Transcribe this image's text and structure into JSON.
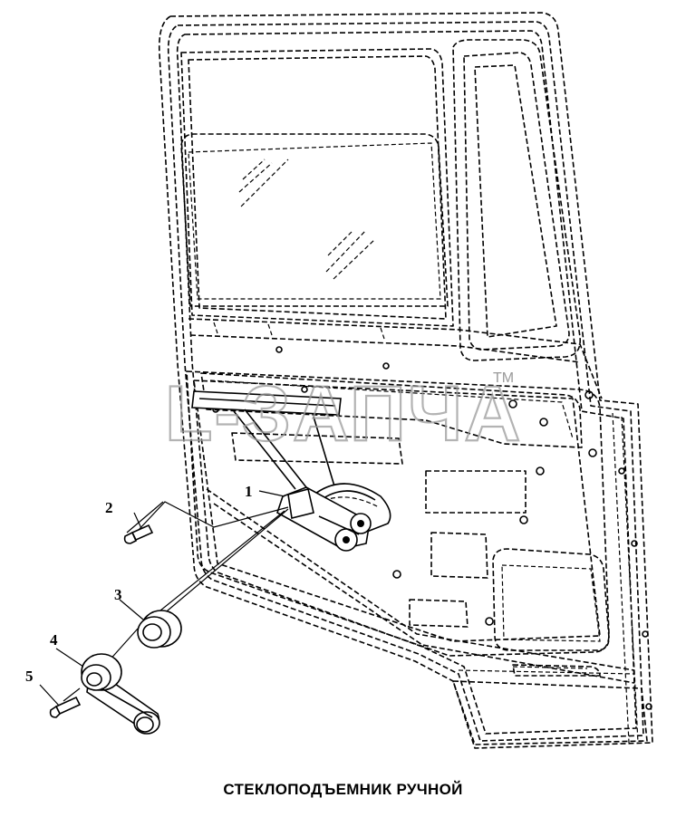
{
  "caption": "СТЕКЛОПОДЪЕМНИК РУЧНОЙ",
  "watermark": {
    "text": "L-ЗАПЧА",
    "mark": "TM"
  },
  "callouts": [
    "1",
    "2",
    "3",
    "4",
    "5"
  ],
  "colors": {
    "line": "#000000",
    "background": "#ffffff",
    "watermark": "#9a9a9a"
  }
}
